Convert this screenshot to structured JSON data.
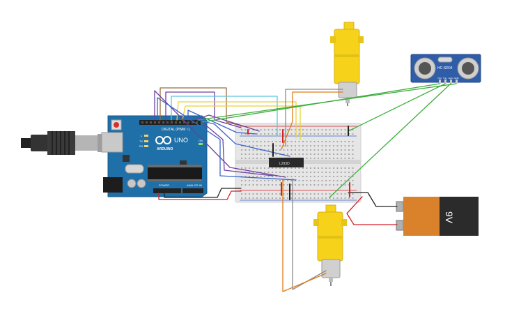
{
  "arduino": {
    "brand": "ARDUINO",
    "model": "UNO",
    "digital_label": "DIGITAL (PWM ~)",
    "power_label": "POWER",
    "analog_label": "ANALOG IN",
    "led_labels": [
      "L",
      "TX",
      "RX"
    ],
    "on_label": "ON"
  },
  "driver_ic": {
    "label": "L293D"
  },
  "sensor": {
    "label": "HC-SR04",
    "pins": [
      "VCC",
      "Trig",
      "Echo",
      "GND"
    ]
  },
  "battery": {
    "label": "9V"
  },
  "colors": {
    "board": "#1f6fa8",
    "breadboard": "#e6e6e6",
    "motor": "#f6d21a",
    "battery_body": "#2b2b2b",
    "battery_cap": "#d9822b",
    "wire_red": "#d61f26",
    "wire_black": "#222222",
    "wire_green": "#3cae3c",
    "wire_orange": "#e07b16",
    "wire_brown": "#9a6b3f",
    "wire_purple": "#6d3fa0",
    "wire_blue": "#3a63c8",
    "wire_cyan": "#5bc6e0",
    "wire_yellow": "#e8d23a",
    "wire_grey": "#8a8a8a"
  }
}
